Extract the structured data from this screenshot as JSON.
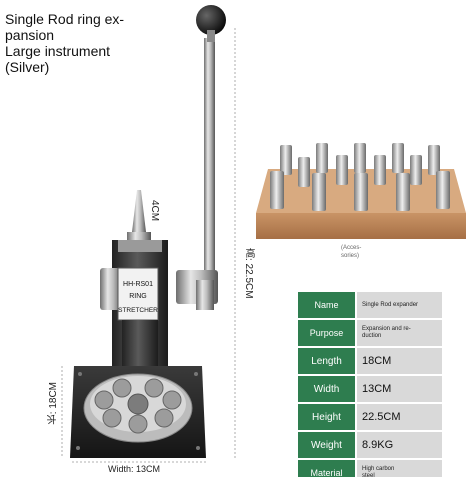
{
  "title": {
    "line1": "Single Rod ring ex-",
    "line2": "pansion",
    "line3": "Large instrument",
    "line4": "(Silver)"
  },
  "machine": {
    "plate_line1": "HH-RS01",
    "plate_line2": "RING",
    "plate_line3": "STRETCHER"
  },
  "dimensions": {
    "top": "4CM",
    "height": "高: 22.5CM",
    "length": "长: 18CM",
    "width": "Width: 13CM"
  },
  "tray_caption": "(Acces-\nsories)",
  "specs": [
    {
      "label": "Name",
      "value": "Single Rod expander"
    },
    {
      "label": "Purpose",
      "value": "Expansion and re-\nduction"
    },
    {
      "label": "Length",
      "value": "18CM"
    },
    {
      "label": "Width",
      "value": "13CM"
    },
    {
      "label": "Height",
      "value": "22.5CM"
    },
    {
      "label": "Weight",
      "value": "8.9KG"
    },
    {
      "label": "Material",
      "value": "High carbon\nsteel"
    }
  ],
  "colors": {
    "label_green": "#2e7d4f",
    "value_gray": "#d9d9d9",
    "wood": "#b9835a"
  }
}
